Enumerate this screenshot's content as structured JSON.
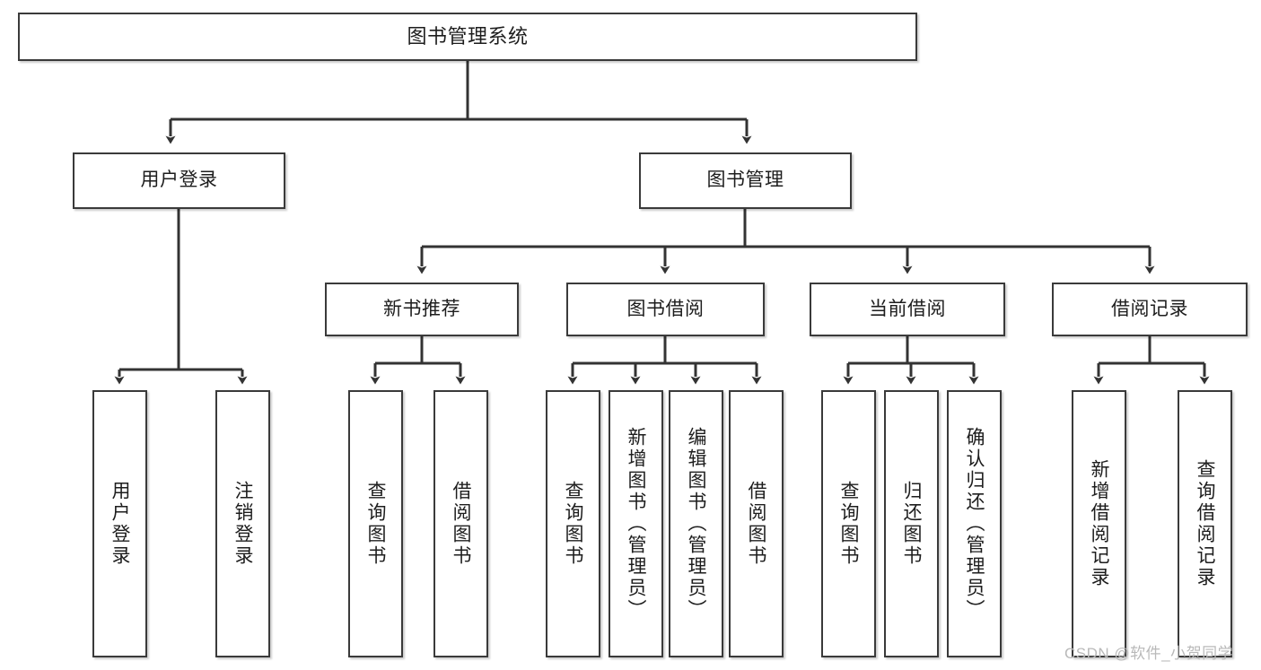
{
  "diagram": {
    "title": "图书管理系统",
    "type": "tree-hierarchy-functional-structure",
    "watermark": "CSDN @软件_小贺同学",
    "colors": {
      "box_border": "#3a3a3a",
      "box_fill": "#ffffff",
      "connector": "#333333",
      "text": "#1d1d1d",
      "watermark": "#b9b9b9",
      "background": "#ffffff"
    }
  },
  "nodes": {
    "root": {
      "label": "图书管理系统"
    },
    "level2": [
      {
        "id": "user-login",
        "label": "用户登录"
      },
      {
        "id": "book-management",
        "label": "图书管理"
      }
    ],
    "level3": [
      {
        "id": "new-book-recommend",
        "label": "新书推荐"
      },
      {
        "id": "book-borrow",
        "label": "图书借阅"
      },
      {
        "id": "current-borrow",
        "label": "当前借阅"
      },
      {
        "id": "borrow-record",
        "label": "借阅记录"
      }
    ],
    "leaves": {
      "user_login": [
        {
          "id": "leaf-user-login",
          "label": "用户登录"
        },
        {
          "id": "leaf-logout-login",
          "label": "注销登录"
        }
      ],
      "new_book_recommend": [
        {
          "id": "leaf-query-book-1",
          "label": "查询图书"
        },
        {
          "id": "leaf-borrow-book-1",
          "label": "借阅图书"
        }
      ],
      "book_borrow": [
        {
          "id": "leaf-query-book-2",
          "label": "查询图书"
        },
        {
          "id": "leaf-add-book",
          "label": "新增图书（管理员）"
        },
        {
          "id": "leaf-edit-book",
          "label": "编辑图书（管理员）"
        },
        {
          "id": "leaf-borrow-book-2",
          "label": "借阅图书"
        }
      ],
      "current_borrow": [
        {
          "id": "leaf-query-book-3",
          "label": "查询图书"
        },
        {
          "id": "leaf-return-book",
          "label": "归还图书"
        },
        {
          "id": "leaf-confirm-return",
          "label": "确认归还（管理员）"
        }
      ],
      "borrow_record": [
        {
          "id": "leaf-add-borrow-record",
          "label": "新增借阅记录"
        },
        {
          "id": "leaf-query-borrow-record",
          "label": "查询借阅记录"
        }
      ]
    }
  }
}
